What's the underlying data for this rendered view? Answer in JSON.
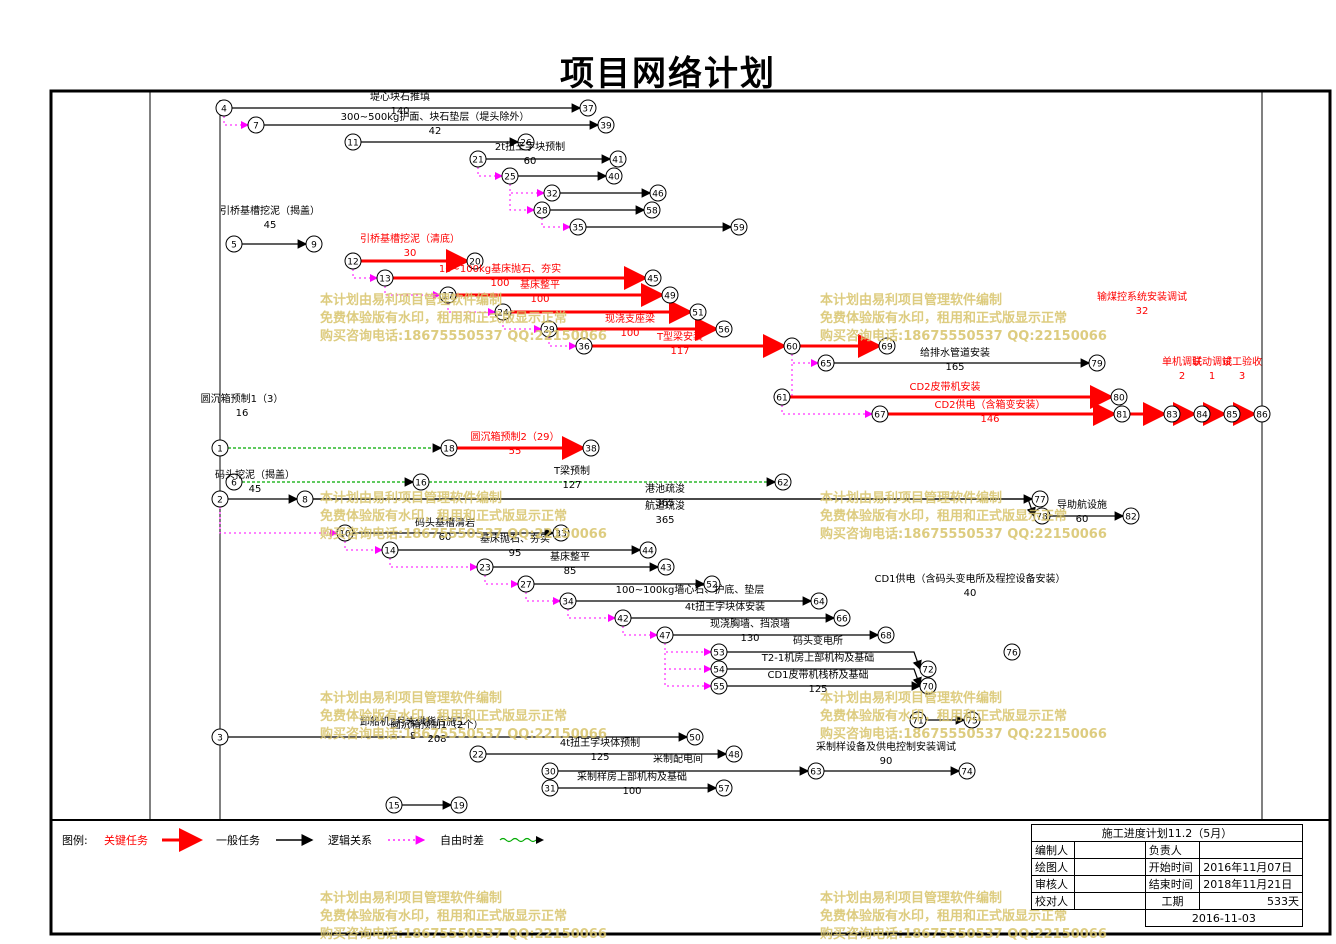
{
  "title": "项目网络计划",
  "watermark": {
    "line1": "本计划由易利项目管理软件编制",
    "line2": "免费体验版有水印，租用和正式版显示正常",
    "line3": "购买咨询电话:18675550537 QQ:22150066"
  },
  "legend": {
    "prefix": "图例:",
    "critical": "关键任务",
    "normal": "一般任务",
    "logic": "逻辑关系",
    "float": "自由时差"
  },
  "info": {
    "plan_name": "施工进度计划11.2（5月）",
    "compiler_label": "编制人",
    "owner_label": "负责人",
    "drawer_label": "绘图人",
    "start_label": "开始时间",
    "start_value": "2016年11月07日",
    "reviewer_label": "审核人",
    "end_label": "结束时间",
    "end_value": "2018年11月21日",
    "checker_label": "校对人",
    "duration_label": "工期",
    "duration_value": "533天",
    "date": "2016-11-03"
  },
  "colors": {
    "critical": "#ff0000",
    "normal": "#000000",
    "float": "#ff00ff",
    "wavy": "#00aa00",
    "watermark": "#d8c46a"
  },
  "nodes": [
    {
      "id": "4"
    },
    {
      "id": "37"
    },
    {
      "id": "7"
    },
    {
      "id": "39"
    },
    {
      "id": "11"
    },
    {
      "id": "26"
    },
    {
      "id": "21"
    },
    {
      "id": "41"
    },
    {
      "id": "25"
    },
    {
      "id": "40"
    },
    {
      "id": "32"
    },
    {
      "id": "46"
    },
    {
      "id": "28"
    },
    {
      "id": "58"
    },
    {
      "id": "35"
    },
    {
      "id": "59"
    },
    {
      "id": "5"
    },
    {
      "id": "9"
    },
    {
      "id": "12"
    },
    {
      "id": "20"
    },
    {
      "id": "13"
    },
    {
      "id": "45"
    },
    {
      "id": "17"
    },
    {
      "id": "49"
    },
    {
      "id": "24"
    },
    {
      "id": "51"
    },
    {
      "id": "29"
    },
    {
      "id": "56"
    },
    {
      "id": "36"
    },
    {
      "id": "60"
    },
    {
      "id": "69"
    },
    {
      "id": "65"
    },
    {
      "id": "79"
    },
    {
      "id": "61"
    },
    {
      "id": "80"
    },
    {
      "id": "67"
    },
    {
      "id": "81"
    },
    {
      "id": "83"
    },
    {
      "id": "84"
    },
    {
      "id": "85"
    },
    {
      "id": "86"
    },
    {
      "id": "1"
    },
    {
      "id": "18"
    },
    {
      "id": "38"
    },
    {
      "id": "6"
    },
    {
      "id": "16"
    },
    {
      "id": "62"
    },
    {
      "id": "2"
    },
    {
      "id": "8"
    },
    {
      "id": "77"
    },
    {
      "id": "78"
    },
    {
      "id": "82"
    },
    {
      "id": "10"
    },
    {
      "id": "33"
    },
    {
      "id": "14"
    },
    {
      "id": "44"
    },
    {
      "id": "23"
    },
    {
      "id": "43"
    },
    {
      "id": "27"
    },
    {
      "id": "52"
    },
    {
      "id": "34"
    },
    {
      "id": "64"
    },
    {
      "id": "42"
    },
    {
      "id": "66"
    },
    {
      "id": "47"
    },
    {
      "id": "68"
    },
    {
      "id": "53"
    },
    {
      "id": "72"
    },
    {
      "id": "54"
    },
    {
      "id": "73"
    },
    {
      "id": "55"
    },
    {
      "id": "70"
    },
    {
      "id": "71"
    },
    {
      "id": "75"
    },
    {
      "id": "76"
    },
    {
      "id": "3"
    },
    {
      "id": "50"
    },
    {
      "id": "22"
    },
    {
      "id": "48"
    },
    {
      "id": "30"
    },
    {
      "id": "63"
    },
    {
      "id": "74"
    },
    {
      "id": "31"
    },
    {
      "id": "57"
    },
    {
      "id": "15"
    },
    {
      "id": "19"
    }
  ],
  "tasks": [
    {
      "name": "堤心块石推填",
      "duration": "140"
    },
    {
      "name": "300~500kg护面、块石垫层（堤头除外）",
      "duration": "42"
    },
    {
      "name": "2t扭王字块预制",
      "duration": "60"
    },
    {
      "name": "引桥基槽挖泥（揭盖）",
      "duration": "45"
    },
    {
      "name": "引桥基槽挖泥（清底）",
      "duration": "30"
    },
    {
      "name": "10~100kg基床抛石、夯实",
      "duration": "100"
    },
    {
      "name": "基床整平",
      "duration": "100"
    },
    {
      "name": "现浇支座梁",
      "duration": "100"
    },
    {
      "name": "T型梁安装",
      "duration": "117"
    },
    {
      "name": "给排水管道安装",
      "duration": "165"
    },
    {
      "name": "CD2皮带机安装",
      "duration": ""
    },
    {
      "name": "CD2供电（含箱变安装）",
      "duration": "146"
    },
    {
      "name": "输煤控系统安装调试",
      "duration": "32"
    },
    {
      "name": "单机调试",
      "duration": "2"
    },
    {
      "name": "联动调试",
      "duration": "1"
    },
    {
      "name": "竣工验收",
      "duration": "3"
    },
    {
      "name": "圆沉箱预制1（3）",
      "duration": "16"
    },
    {
      "name": "圆沉箱预制2（29）",
      "duration": "55"
    },
    {
      "name": "T梁预制",
      "duration": "127"
    },
    {
      "name": "码头挖泥（揭盖）",
      "duration": "45"
    },
    {
      "name": "港池疏浚",
      "duration": "365"
    },
    {
      "name": "航道疏浚",
      "duration": "365"
    },
    {
      "name": "导助航设施",
      "duration": "60"
    },
    {
      "name": "码头基槽清岩",
      "duration": "60"
    },
    {
      "name": "基床抛石、夯实",
      "duration": "95"
    },
    {
      "name": "基床整平",
      "duration": "85"
    },
    {
      "name": "100~100kg墙心石、护底、垫层",
      "duration": ""
    },
    {
      "name": "4t扭王字块体安装",
      "duration": ""
    },
    {
      "name": "现浇胸墙、挡浪墙",
      "duration": "130"
    },
    {
      "name": "码头变电所",
      "duration": ""
    },
    {
      "name": "T2-1机房上部机构及基础",
      "duration": ""
    },
    {
      "name": "CD1皮带机栈桥及基础",
      "duration": "125"
    },
    {
      "name": "CD1供电（含码头变电所及程控设备安装）",
      "duration": "40"
    },
    {
      "name": "圆沉箱预制1（2个）",
      "duration": "208"
    },
    {
      "name": "4t扭王字块体预制",
      "duration": "125"
    },
    {
      "name": "采制配电间",
      "duration": ""
    },
    {
      "name": "采制样设备及供电控制安装调试",
      "duration": "90"
    },
    {
      "name": "采制样房上部机构及基础",
      "duration": "100"
    },
    {
      "name": "卸船机2月末供货后施工",
      "duration": "8"
    }
  ]
}
